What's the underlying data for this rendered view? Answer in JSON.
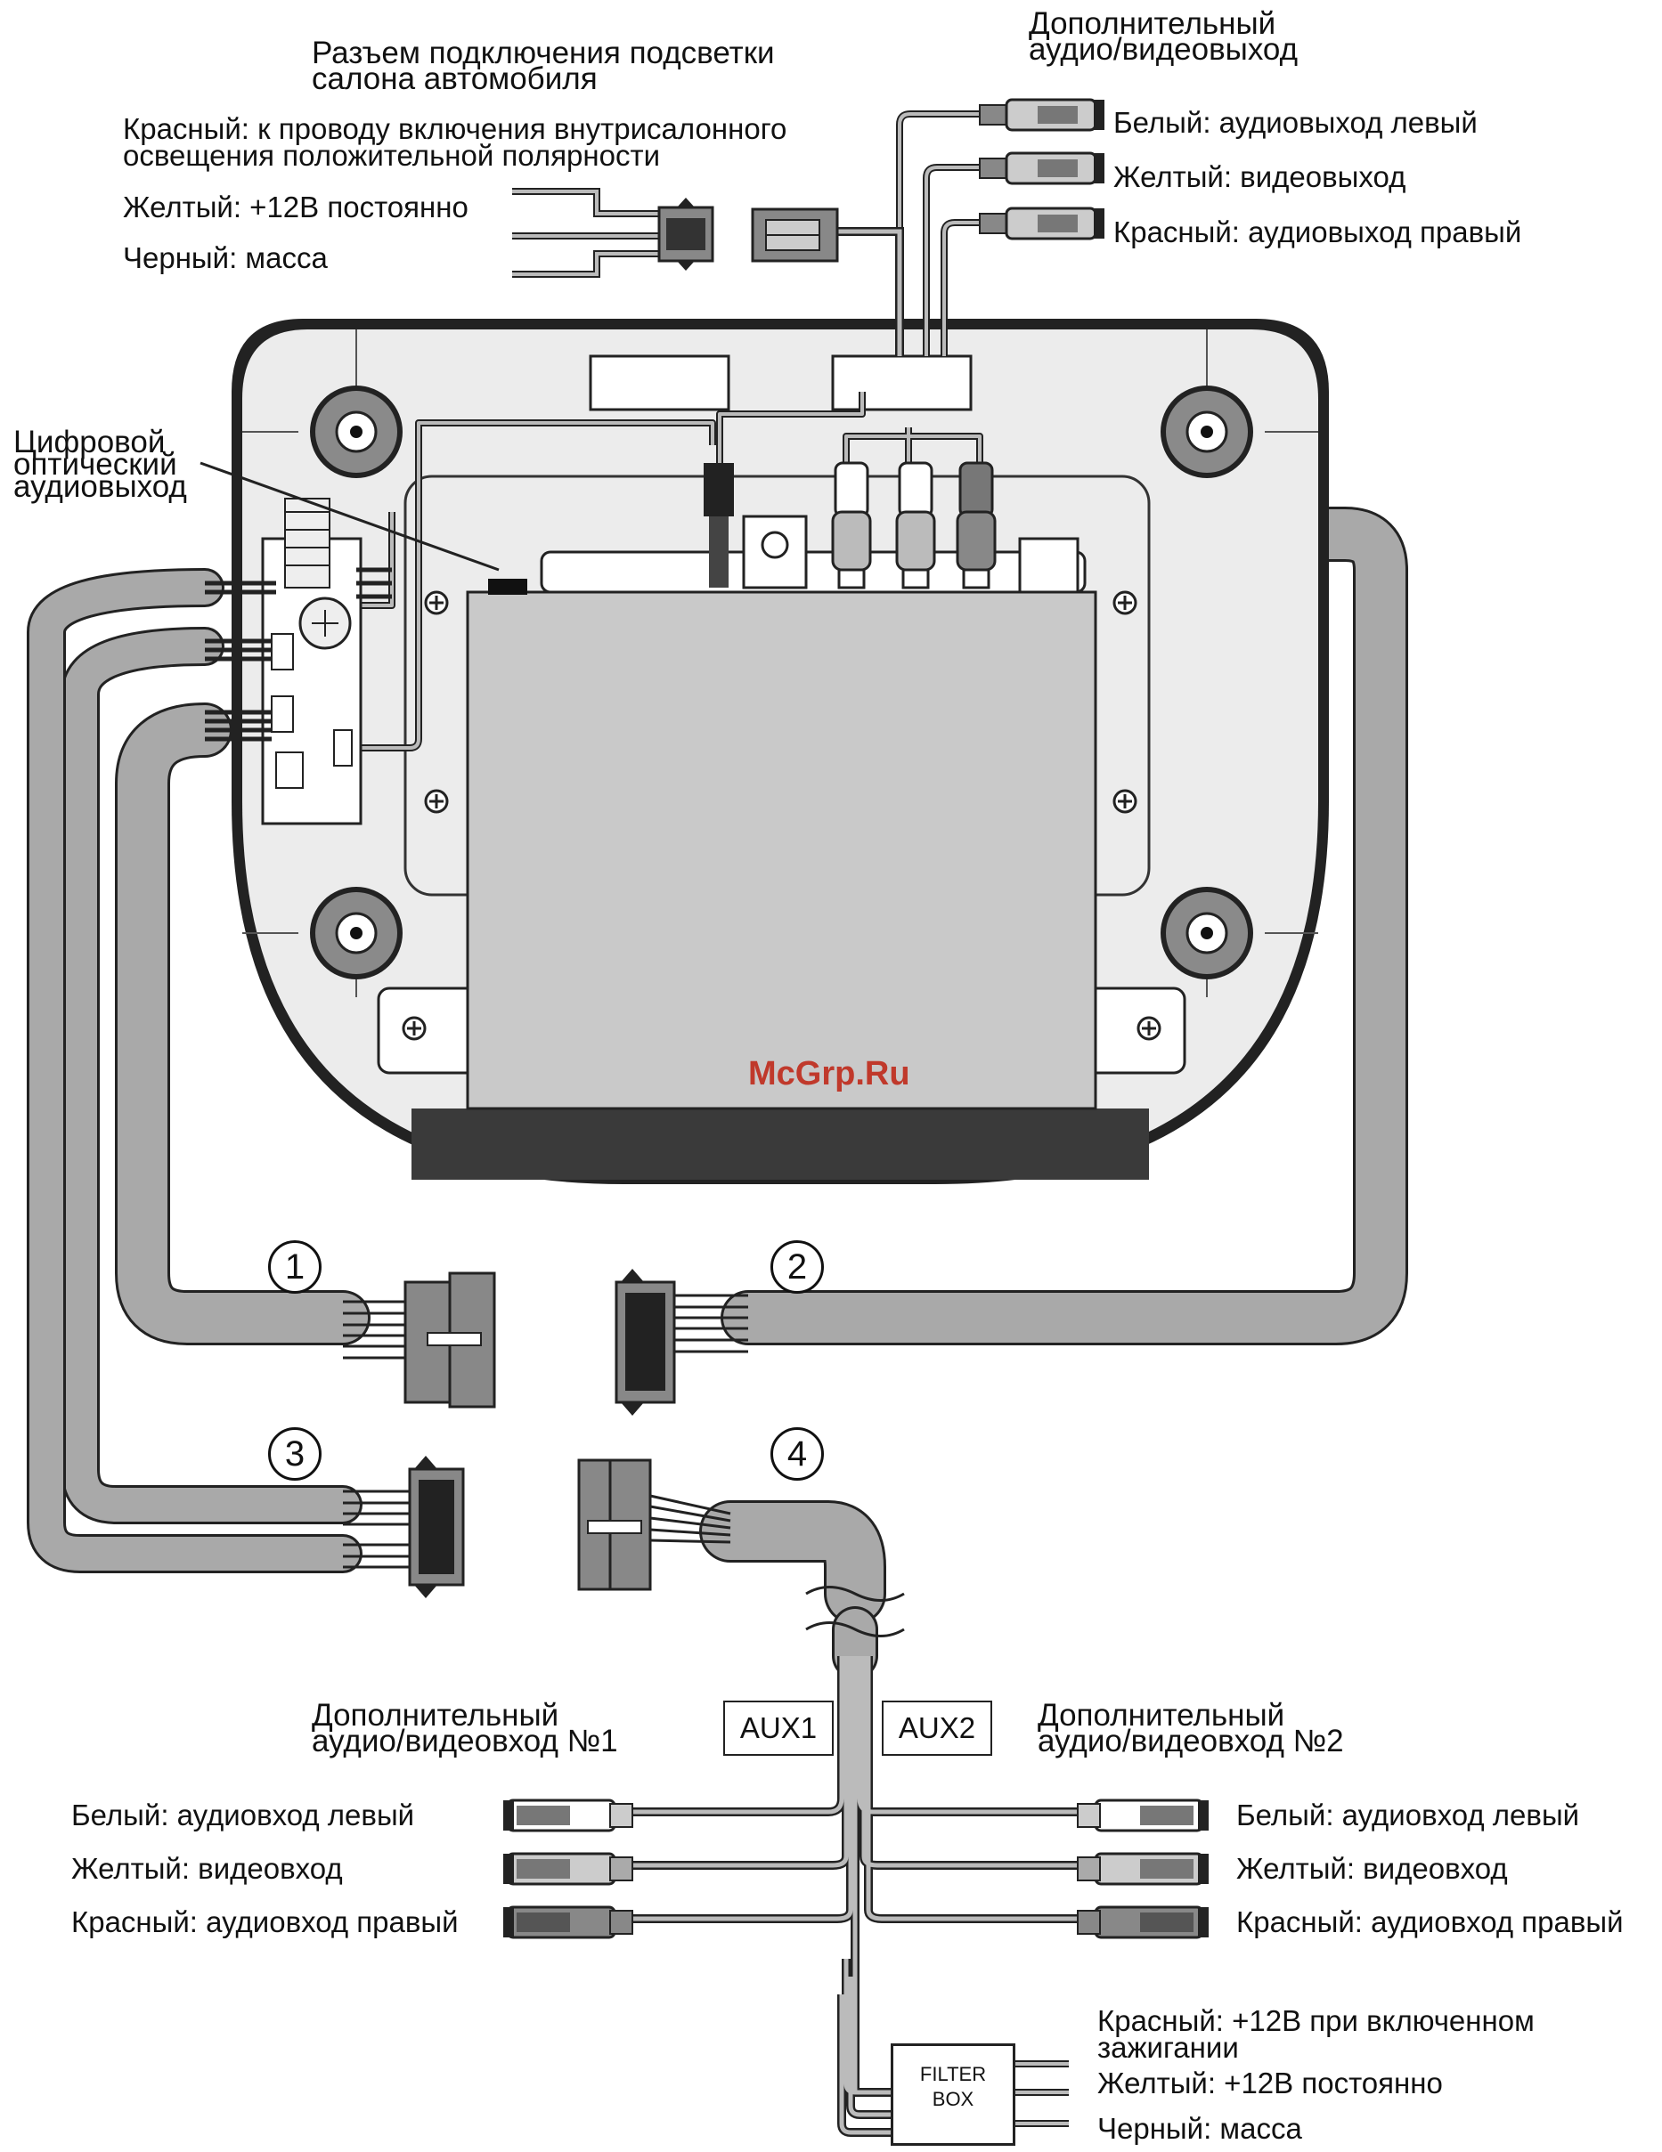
{
  "labels": {
    "backlight_title": "Разъем подключения подсветки\nсалона автомобиля",
    "backlight_red": "Красный: к проводу включения внутрисалонного\nосвещения положительной полярности",
    "backlight_yellow": "Желтый: +12В постоянно",
    "backlight_black": "Черный: масса",
    "av_out_title": "Дополнительный\nаудио/видеовыход",
    "av_out_white": "Белый: аудиовыход левый",
    "av_out_yellow": "Желтый: видеовыход",
    "av_out_red": "Красный: аудиовыход правый",
    "optical_out": "Цифровой\nоптический\nаудиовыход",
    "aux1_title": "Дополнительный\nаудио/видеовход №1",
    "aux2_title": "Дополнительный\nаудио/видеовход №2",
    "aux1_white": "Белый: аудиовход левый",
    "aux1_yellow": "Желтый: видеовход",
    "aux1_red": "Красный: аудиовход правый",
    "aux2_white": "Белый: аудиовход левый",
    "aux2_yellow": "Желтый: видеовход",
    "aux2_red": "Красный: аудиовход правый",
    "power_red": "Красный: +12В при включенном\nзажигании",
    "power_yellow": "Желтый: +12В постоянно",
    "power_black": "Черный: масса",
    "aux1_box": "AUX1",
    "aux2_box": "AUX2",
    "filter_box": "FILTER\nBOX",
    "connector_1": "1",
    "connector_2": "2",
    "connector_3": "3",
    "connector_4": "4",
    "watermark": "McGrp.Ru"
  },
  "colors": {
    "cable": "#a9a9a9",
    "cable_edge": "#222222",
    "housing": "#ececec",
    "unit_body": "#c9c9c9",
    "unit_base": "#3a3a3a",
    "watermark": "#c0392b"
  }
}
